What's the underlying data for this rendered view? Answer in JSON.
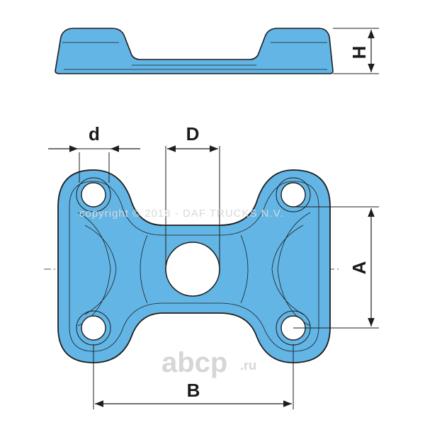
{
  "colors": {
    "part_fill": "#62b5e5",
    "outline": "#1e1e1e",
    "watermark": "#d9d9d9"
  },
  "dimensions": {
    "d": "d",
    "D": "D",
    "H": "H",
    "A": "A",
    "B": "B"
  },
  "watermark": {
    "copyright": "copyright © 2018 - DAF TRUCKS N.V.",
    "logo_main": "abcp",
    "logo_domain": ".ru"
  }
}
